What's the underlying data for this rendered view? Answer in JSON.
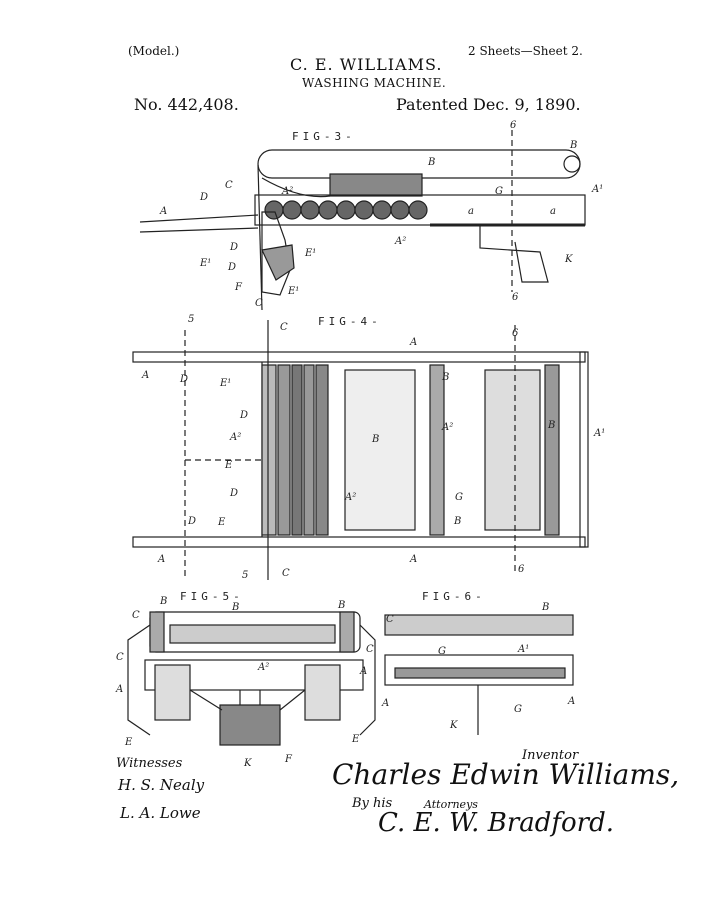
{
  "header": {
    "model": "(Model.)",
    "sheets": "2 Sheets—Sheet 2.",
    "inventor": "C. E. WILLIAMS.",
    "title": "WASHING MACHINE.",
    "patent_number": "No. 442,408.",
    "patent_date": "Patented Dec. 9, 1890."
  },
  "figures": {
    "fig3": "FIG-3-",
    "fig4": "FIG-4-",
    "fig5": "FIG-5-",
    "fig6": "FIG-6-"
  },
  "footer": {
    "witnesses_label": "Witnesses",
    "witness1": "H. S. Nealy",
    "witness2": "L. A. Lowe",
    "inventor_label": "Inventor",
    "inventor_signature": "Charles Edwin Williams,",
    "by_his": "By his",
    "attorneys_label": "Attorneys",
    "attorney_signature": "C. E. W. Bradford."
  }
}
